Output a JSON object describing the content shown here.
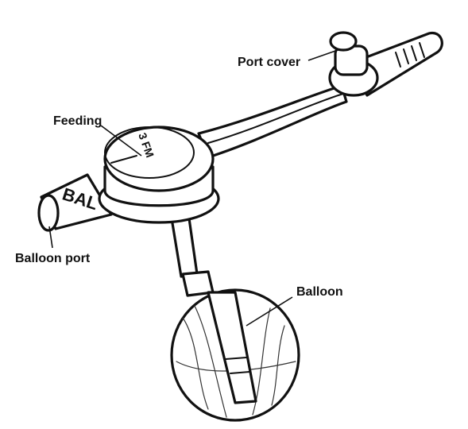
{
  "labels": {
    "port_cover": "Port cover",
    "feeding": "Feeding",
    "balloon_port": "Balloon port",
    "balloon": "Balloon"
  },
  "device_markings": {
    "balloon_port_text": "BAL",
    "feeding_port_text": "3 FM"
  },
  "colors": {
    "ink": "#111111",
    "background": "#ffffff"
  }
}
